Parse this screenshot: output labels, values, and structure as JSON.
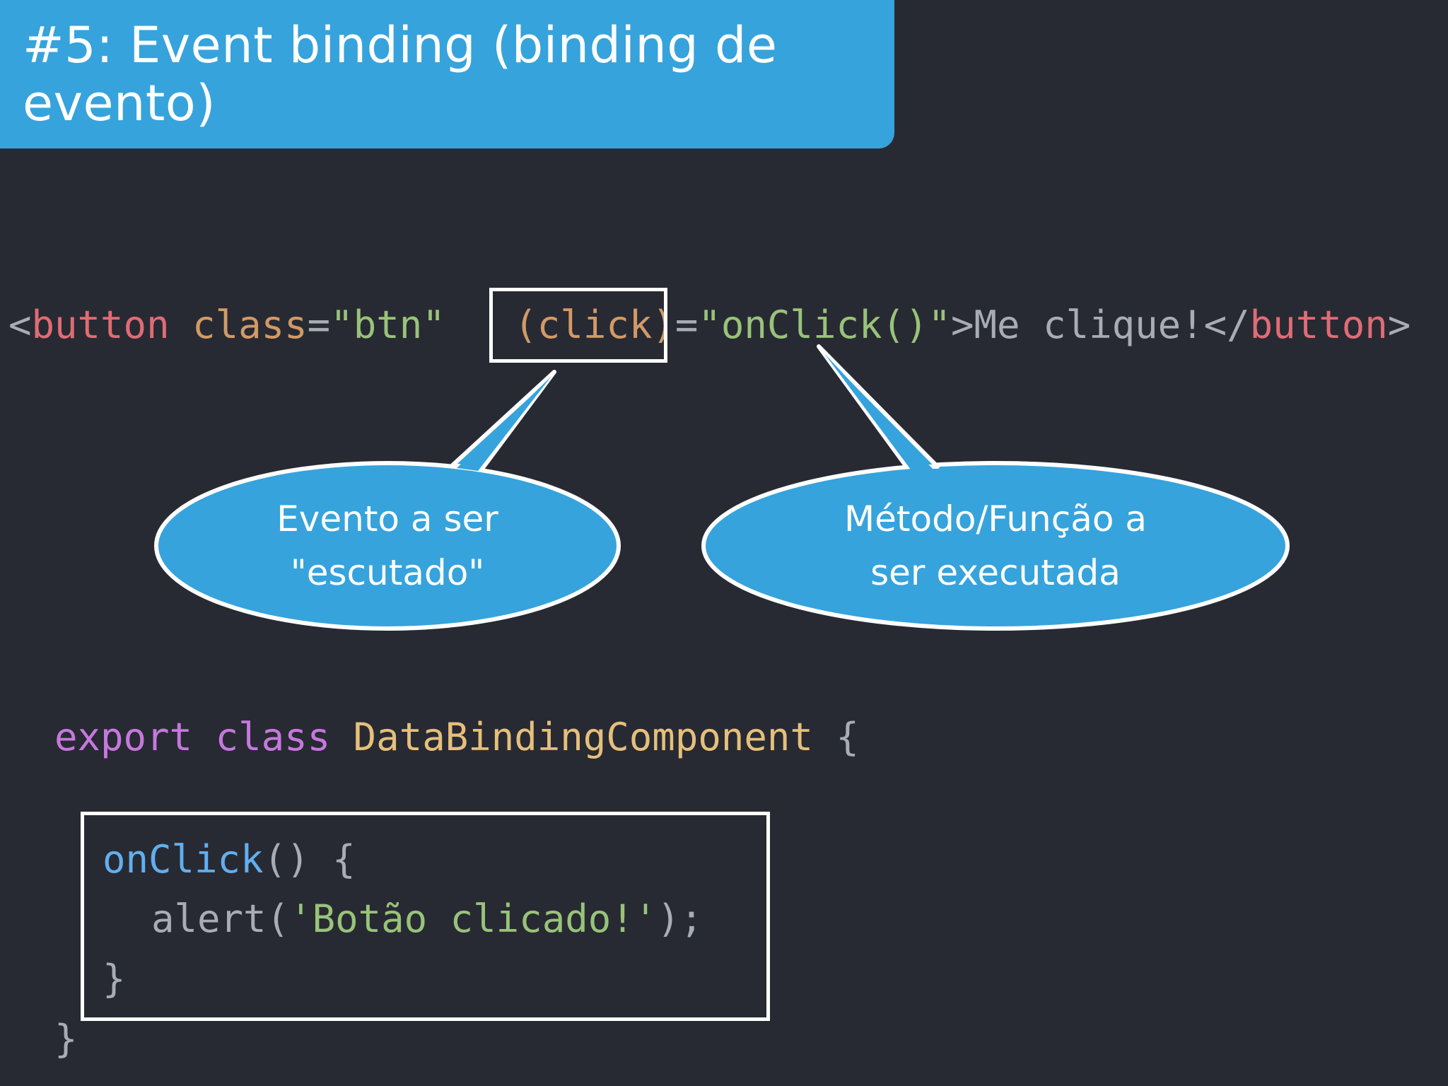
{
  "slide": {
    "title": "#5: Event binding (binding de evento)"
  },
  "template_line": {
    "open_bracket": "<",
    "tag": "button",
    "space1": " ",
    "attr_class": "class",
    "equals1": "=",
    "class_value": "\"btn\"",
    "space2": " ",
    "event_binding": "(click)",
    "equals2": "=",
    "handler_value": "\"onClick()\"",
    "close_bracket": ">",
    "button_text": "Me clique!",
    "close_tag_open": "</",
    "close_tag": "button",
    "close_tag_end": ">"
  },
  "callouts": {
    "event": {
      "line1": "Evento a ser",
      "line2": "\"escutado\""
    },
    "method": {
      "line1": "Método/Função a",
      "line2": "ser executada"
    }
  },
  "component_code": {
    "keyword_export": "export",
    "keyword_class": "class",
    "class_name": "DataBindingComponent",
    "open_brace": "{",
    "method_name": "onClick",
    "method_parens": "()",
    "method_open_brace": "{",
    "alert_fn": "alert",
    "alert_open": "(",
    "alert_arg": "'Botão clicado!'",
    "alert_close": ");",
    "method_close_brace": "}",
    "class_close_brace": "}"
  },
  "colors": {
    "background": "#282a33",
    "banner": "#36a3dc",
    "bubble": "#36a3dc",
    "tag": "#e06c75",
    "attribute": "#d19a66",
    "string": "#98c379",
    "keyword": "#c678dd",
    "class_name": "#e5c07b",
    "function": "#61afef"
  }
}
